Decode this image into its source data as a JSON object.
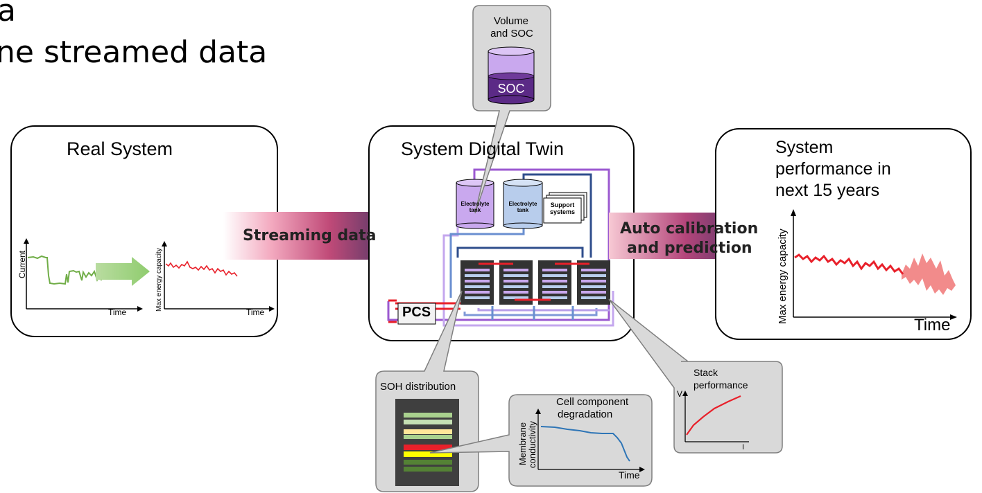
{
  "header": {
    "line1": "a",
    "line2": "ne streamed data"
  },
  "panels": {
    "real_system": {
      "title": "Real System",
      "chart1_ylabel": "Current",
      "chart1_xlabel": "Time",
      "chart2_ylabel": "Max energy capacity",
      "chart2_xlabel": "Time"
    },
    "digital_twin": {
      "title": "System Digital Twin",
      "tank1": "Electrolyte tank",
      "tank2": "Electrolyte tank",
      "support": "Support systems",
      "pcs": "PCS"
    },
    "prediction": {
      "title_line1": "System",
      "title_line2": "performance in",
      "title_line3": "next 15 years",
      "ylabel": "Max energy capacity",
      "xlabel": "Time"
    }
  },
  "arrows": {
    "streaming": "Streaming data",
    "calibration_line1": "Auto calibration",
    "calibration_line2": "and prediction"
  },
  "callouts": {
    "volume": {
      "line1": "Volume",
      "line2": "and SOC",
      "soc": "SOC"
    },
    "soh": {
      "title": "SOH distribution"
    },
    "cell": {
      "title_line1": "Cell component",
      "title_line2": "degradation",
      "ylabel_line1": "Membrane",
      "ylabel_line2": "conductivity",
      "xlabel": "Time"
    },
    "stack": {
      "title_line1": "Stack",
      "title_line2": "performance",
      "ylabel": "V",
      "xlabel": "I"
    }
  },
  "colors": {
    "tank_purple": "#c9a8ee",
    "tank_blue": "#b8cdec",
    "stack_dark": "#333333",
    "red": "#e8202a",
    "green_trace": "#70ad47",
    "soc_dark": "#5b2a86",
    "arrow_dark": "#1f2f5e",
    "arrow_pink": "#f4b6c2"
  }
}
